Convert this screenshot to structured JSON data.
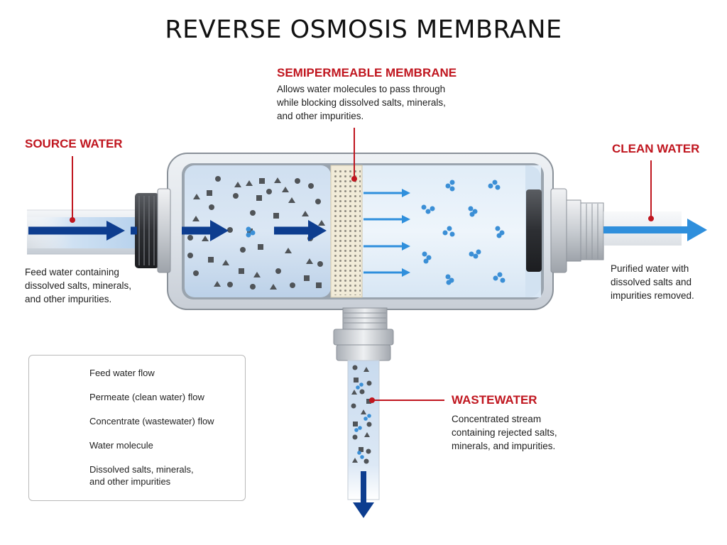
{
  "title": "REVERSE OSMOSIS MEMBRANE",
  "membrane": {
    "label": "SEMIPERMEABLE MEMBRANE",
    "desc": [
      "Allows water molecules to pass through",
      "while blocking dissolved salts, minerals,",
      "and other impurities."
    ]
  },
  "source": {
    "label": "SOURCE WATER",
    "desc": [
      "Feed water containing",
      "dissolved salts, minerals,",
      "and other impurities."
    ]
  },
  "clean": {
    "label": "CLEAN WATER",
    "desc": [
      "Purified water with",
      "dissolved salts and",
      "impurities removed."
    ]
  },
  "waste": {
    "label": "WASTEWATER",
    "desc": [
      "Concentrated stream",
      "containing rejected salts,",
      "minerals, and impurities."
    ]
  },
  "legend": {
    "feed": "Feed water flow",
    "permeate": "Permeate (clean water) flow",
    "concentrate": "Concentrate (wastewater) flow",
    "molecule": "Water molecule",
    "impurities": [
      "Dissolved salts, minerals,",
      "and other impurities"
    ]
  },
  "colors": {
    "accent_red": "#c0161f",
    "feed_arrow": "#0d3d8f",
    "permeate_arrow": "#2f8fdc",
    "water_molecule": "#3b8fd6",
    "impurity": "#555555"
  }
}
